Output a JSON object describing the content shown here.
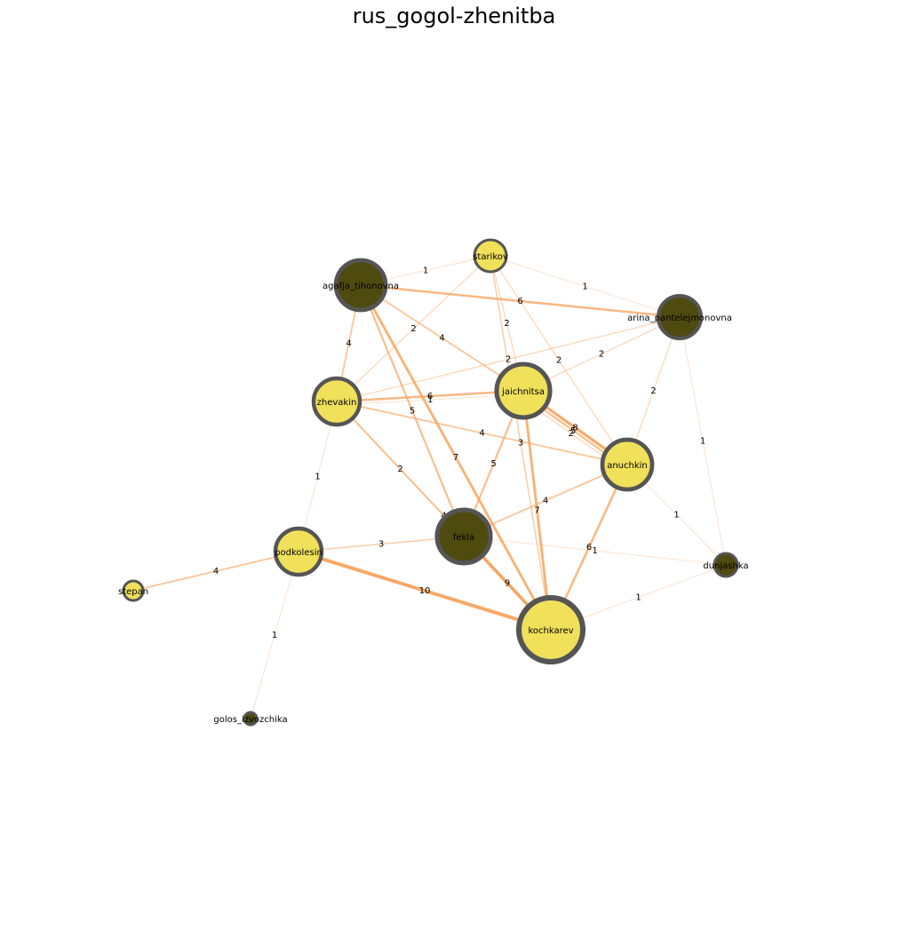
{
  "title": "rus_gogol-zhenitba",
  "colors": {
    "node_light": "#f0e05a",
    "node_dark": "#4f4a0e",
    "node_border": "#555555",
    "edge": "#f7a35c"
  },
  "nodes": [
    {
      "id": "starikov",
      "label": "starikov",
      "style": "light"
    },
    {
      "id": "agafja_tihonovna",
      "label": "agafja_tihonovna",
      "style": "dark"
    },
    {
      "id": "arina_pantelejmonovna",
      "label": "arina_pantelejmonovna",
      "style": "dark"
    },
    {
      "id": "zhevakin",
      "label": "zhevakin",
      "style": "light"
    },
    {
      "id": "jaichnitsa",
      "label": "jaichnitsa",
      "style": "light"
    },
    {
      "id": "anuchkin",
      "label": "anuchkin",
      "style": "light"
    },
    {
      "id": "fekla",
      "label": "fekla",
      "style": "dark"
    },
    {
      "id": "podkolesin",
      "label": "podkolesin",
      "style": "light"
    },
    {
      "id": "dunjashka",
      "label": "dunjashka",
      "style": "dark"
    },
    {
      "id": "stepan",
      "label": "stepan",
      "style": "light"
    },
    {
      "id": "kochkarev",
      "label": "kochkarev",
      "style": "light"
    },
    {
      "id": "golos_izvozchika",
      "label": "golos_izvozchika",
      "style": "dark"
    }
  ],
  "edges": [
    {
      "source": "podkolesin",
      "target": "kochkarev",
      "weight": 10
    },
    {
      "source": "fekla",
      "target": "kochkarev",
      "weight": 9
    },
    {
      "source": "jaichnitsa",
      "target": "anuchkin",
      "weight": 8
    },
    {
      "source": "agafja_tihonovna",
      "target": "kochkarev",
      "weight": 7
    },
    {
      "source": "jaichnitsa",
      "target": "kochkarev",
      "weight": 7
    },
    {
      "source": "agafja_tihonovna",
      "target": "arina_pantelejmonovna",
      "weight": 6
    },
    {
      "source": "zhevakin",
      "target": "jaichnitsa",
      "weight": 6
    },
    {
      "source": "anuchkin",
      "target": "kochkarev",
      "weight": 6
    },
    {
      "source": "agafja_tihonovna",
      "target": "fekla",
      "weight": 5
    },
    {
      "source": "jaichnitsa",
      "target": "fekla",
      "weight": 5
    },
    {
      "source": "jaichnitsa",
      "target": "anuchkin",
      "weight": 5
    },
    {
      "source": "agafja_tihonovna",
      "target": "zhevakin",
      "weight": 4
    },
    {
      "source": "agafja_tihonovna",
      "target": "jaichnitsa",
      "weight": 4
    },
    {
      "source": "zhevakin",
      "target": "anuchkin",
      "weight": 4
    },
    {
      "source": "zhevakin",
      "target": "kochkarev",
      "weight": 4
    },
    {
      "source": "podkolesin",
      "target": "stepan",
      "weight": 4
    },
    {
      "source": "anuchkin",
      "target": "fekla",
      "weight": 4
    },
    {
      "source": "starikov",
      "target": "kochkarev",
      "weight": 3
    },
    {
      "source": "podkolesin",
      "target": "fekla",
      "weight": 3
    },
    {
      "source": "starikov",
      "target": "zhevakin",
      "weight": 2
    },
    {
      "source": "starikov",
      "target": "jaichnitsa",
      "weight": 2
    },
    {
      "source": "starikov",
      "target": "anuchkin",
      "weight": 2
    },
    {
      "source": "arina_pantelejmonovna",
      "target": "jaichnitsa",
      "weight": 2
    },
    {
      "source": "arina_pantelejmonovna",
      "target": "anuchkin",
      "weight": 2
    },
    {
      "source": "jaichnitsa",
      "target": "anuchkin",
      "weight": 2
    },
    {
      "source": "zhevakin",
      "target": "fekla",
      "weight": 2
    },
    {
      "source": "zhevakin",
      "target": "arina_pantelejmonovna",
      "weight": 2
    },
    {
      "source": "agafja_tihonovna",
      "target": "starikov",
      "weight": 1
    },
    {
      "source": "starikov",
      "target": "arina_pantelejmonovna",
      "weight": 1
    },
    {
      "source": "arina_pantelejmonovna",
      "target": "dunjashka",
      "weight": 1
    },
    {
      "source": "zhevakin",
      "target": "podkolesin",
      "weight": 1
    },
    {
      "source": "zhevakin",
      "target": "jaichnitsa",
      "weight": 1
    },
    {
      "source": "anuchkin",
      "target": "dunjashka",
      "weight": 1
    },
    {
      "source": "fekla",
      "target": "dunjashka",
      "weight": 1
    },
    {
      "source": "kochkarev",
      "target": "dunjashka",
      "weight": 1
    },
    {
      "source": "podkolesin",
      "target": "golos_izvozchika",
      "weight": 1
    }
  ]
}
